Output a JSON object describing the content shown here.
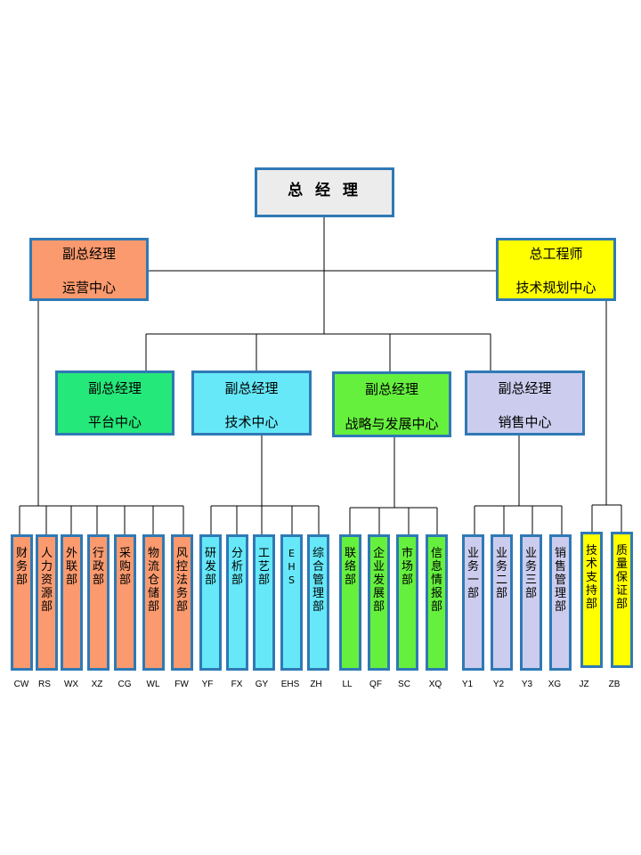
{
  "colors": {
    "line": "#000000",
    "border": "#2f79b5",
    "ceo": "#ececec",
    "ops": "#fa9a6e",
    "chief": "#ffff00",
    "platform": "#25e87a",
    "tech": "#66e8f8",
    "strategy": "#66f03e",
    "sales": "#cccdee"
  },
  "ceo": {
    "label": "总 经 理"
  },
  "vp_ops": {
    "line1": "副总经理",
    "line2": "运营中心"
  },
  "chief_engineer": {
    "line1": "总工程师",
    "line2": "技术规划中心"
  },
  "centers": [
    {
      "line1": "副总经理",
      "line2": "平台中心"
    },
    {
      "line1": "副总经理",
      "line2": "技术中心"
    },
    {
      "line1": "副总经理",
      "line2": "战略与发展中心"
    },
    {
      "line1": "副总经理",
      "line2": "销售中心"
    }
  ],
  "departments": [
    {
      "name": "财务部",
      "code": "CW"
    },
    {
      "name": "人力资源部",
      "code": "RS"
    },
    {
      "name": "外联部",
      "code": "WX"
    },
    {
      "name": "行政部",
      "code": "XZ"
    },
    {
      "name": "采购部",
      "code": "CG"
    },
    {
      "name": "物流仓储部",
      "code": "WL"
    },
    {
      "name": "风控法务部",
      "code": "FW"
    },
    {
      "name": "研发部",
      "code": "YF"
    },
    {
      "name": "分析部",
      "code": "FX"
    },
    {
      "name": "工艺部",
      "code": "GY"
    },
    {
      "name": "EHS",
      "code": "EHS"
    },
    {
      "name": "综合管理部",
      "code": "ZH"
    },
    {
      "name": "联络部",
      "code": "LL"
    },
    {
      "name": "企业发展部",
      "code": "QF"
    },
    {
      "name": "市场部",
      "code": "SC"
    },
    {
      "name": "信息情报部",
      "code": "XQ"
    },
    {
      "name": "业务一部",
      "code": "Y1"
    },
    {
      "name": "业务二部",
      "code": "Y2"
    },
    {
      "name": "业务三部",
      "code": "Y3"
    },
    {
      "name": "销售管理部",
      "code": "XG"
    },
    {
      "name": "技术支持部",
      "code": "JZ"
    },
    {
      "name": "质量保证部",
      "code": "ZB"
    }
  ]
}
